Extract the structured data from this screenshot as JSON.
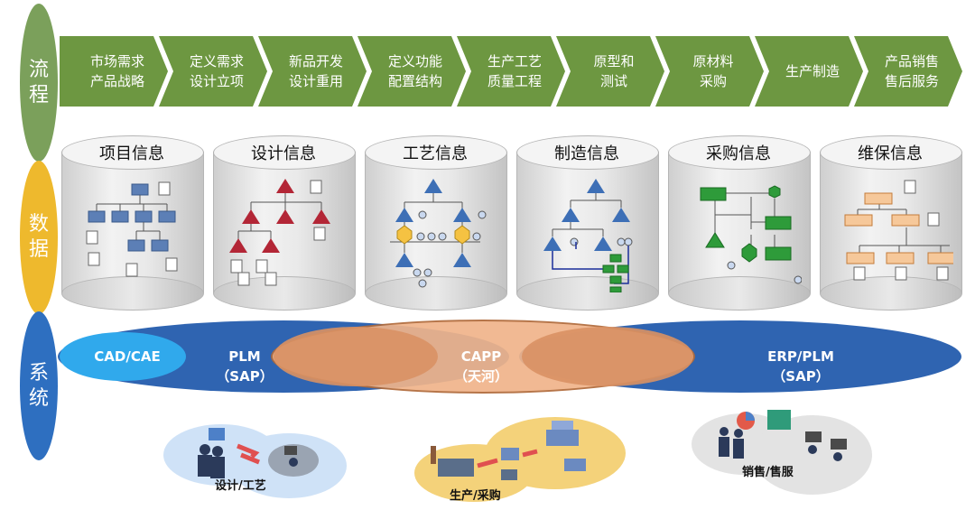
{
  "side_labels": {
    "process": "流程",
    "data": "数据",
    "system": "系统"
  },
  "flow_steps": [
    "市场需求\n产品战略",
    "定义需求\n设计立项",
    "新品开发\n设计重用",
    "定义功能\n配置结构",
    "生产工艺\n质量工程",
    "原型和\n测试",
    "原材料\n采购",
    "生产制造",
    "产品销售\n售后服务"
  ],
  "data_cylinders": [
    "项目信息",
    "设计信息",
    "工艺信息",
    "制造信息",
    "采购信息",
    "维保信息"
  ],
  "systems": {
    "cadcae": "CAD/CAE",
    "plm": "PLM\n（SAP）",
    "capp": "CAPP\n（天河）",
    "erp": "ERP/PLM\n（SAP）"
  },
  "scenes": {
    "design": "设计/工艺",
    "production": "生产/采购",
    "sales": "销售/售服"
  },
  "colors": {
    "flow_green": "#6d9741",
    "side_green": "#7ba05b",
    "side_yellow": "#eeb92d",
    "side_blue": "#2e6fc0",
    "plm_blue": "#2f64b1",
    "cad_cyan": "#30a9ec",
    "capp_orange": "#f0b48a"
  }
}
